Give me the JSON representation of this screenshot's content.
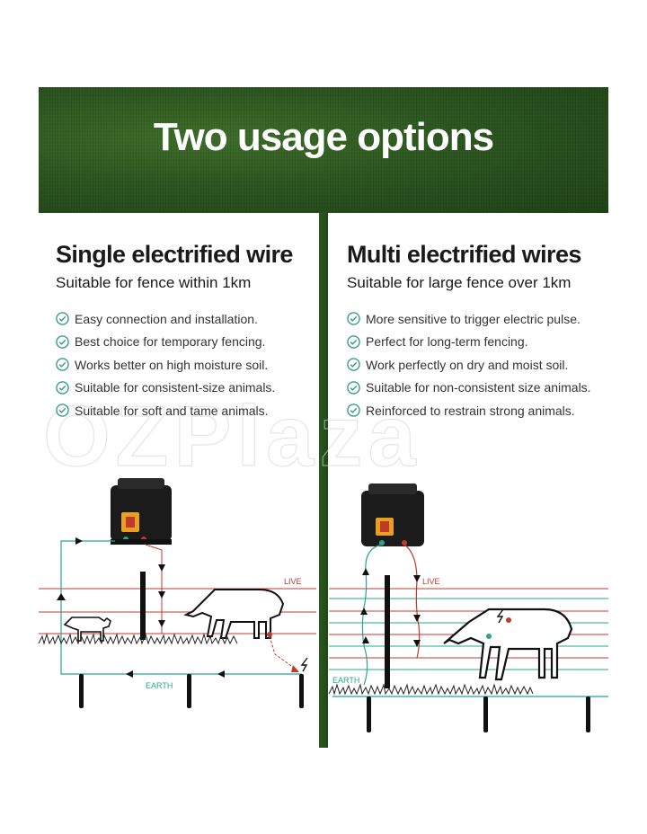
{
  "banner": {
    "title": "Two usage options"
  },
  "left": {
    "heading": "Single electrified wire",
    "subheading": "Suitable for fence within 1km",
    "features": [
      "Easy connection and installation.",
      "Best choice for temporary fencing.",
      "Works better on high moisture soil.",
      "Suitable for consistent-size animals.",
      "Suitable for soft and tame animals."
    ],
    "diagram": {
      "live_label": "LIVE",
      "earth_label": "EARTH"
    }
  },
  "right": {
    "heading": "Multi electrified wires",
    "subheading": "Suitable for large fence over 1km",
    "features": [
      "More sensitive to trigger electric pulse.",
      "Perfect for long-term fencing.",
      "Work perfectly on dry and moist soil.",
      "Suitable for non-consistent size animals.",
      "Reinforced to restrain strong animals."
    ],
    "diagram": {
      "live_label": "LIVE",
      "earth_label": "EARTH"
    }
  },
  "watermark": {
    "text": "OZPlaza"
  },
  "colors": {
    "banner_green": "#2c5620",
    "check_teal": "#3a9e85",
    "live_red": "#c0392b",
    "earth_teal": "#2aa58a"
  },
  "icons": {
    "bullet": "check-circle-icon"
  }
}
